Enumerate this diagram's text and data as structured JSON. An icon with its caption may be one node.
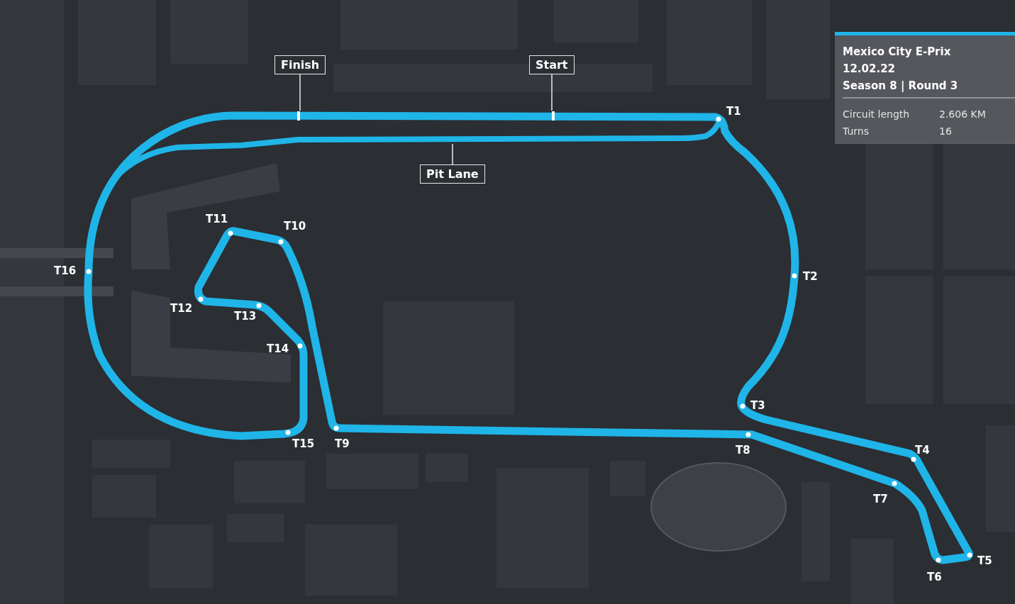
{
  "diagram": {
    "nodes": [
      {
        "text": [
          "Finish"
        ]
      },
      {
        "text": [
          "Start"
        ]
      },
      {
        "text": [
          "Pit Lane"
        ]
      }
    ],
    "edges": [
      {
        "from": 0,
        "to": null,
        "arrow": "none"
      },
      {
        "from": 1,
        "to": null,
        "arrow": "none"
      },
      {
        "from": 2,
        "to": null,
        "arrow": "none"
      }
    ],
    "labels": [
      "Mexico City E-Prix",
      "12.02.22",
      "Season 8 | Round 3",
      "Circuit length",
      "2.606 KM",
      "Turns",
      "16",
      "T1",
      "T11",
      "T10",
      "T16",
      "T2",
      "T12",
      "T13",
      "T14",
      "T3",
      "T8",
      "T4",
      "T15",
      "T9",
      "T7",
      "T5",
      "T6"
    ]
  }
}
